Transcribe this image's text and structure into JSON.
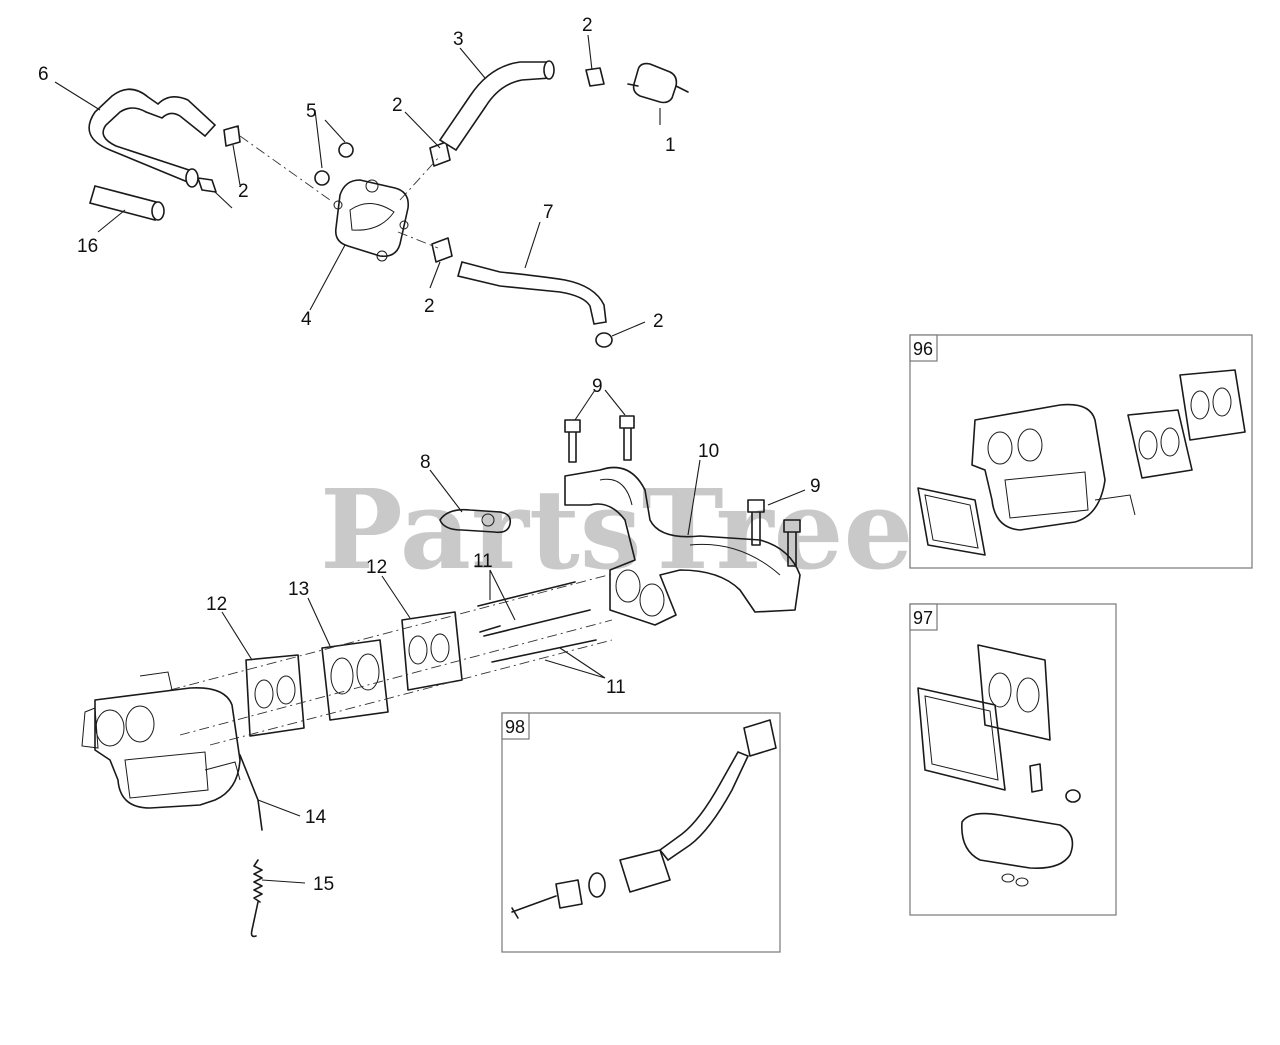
{
  "watermark": {
    "brand": "PartsTree",
    "trademark": "™"
  },
  "callouts": {
    "c1": "1",
    "c2a": "2",
    "c2b": "2",
    "c2c": "2",
    "c2d": "2",
    "c2e": "2",
    "c3": "3",
    "c4": "4",
    "c5": "5",
    "c6": "6",
    "c7": "7",
    "c8": "8",
    "c9a": "9",
    "c9b": "9",
    "c10": "10",
    "c11a": "11",
    "c11b": "11",
    "c12a": "12",
    "c12b": "12",
    "c13": "13",
    "c14": "14",
    "c15": "15",
    "c16": "16"
  },
  "kits": {
    "k96": "96",
    "k97": "97",
    "k98": "98"
  }
}
